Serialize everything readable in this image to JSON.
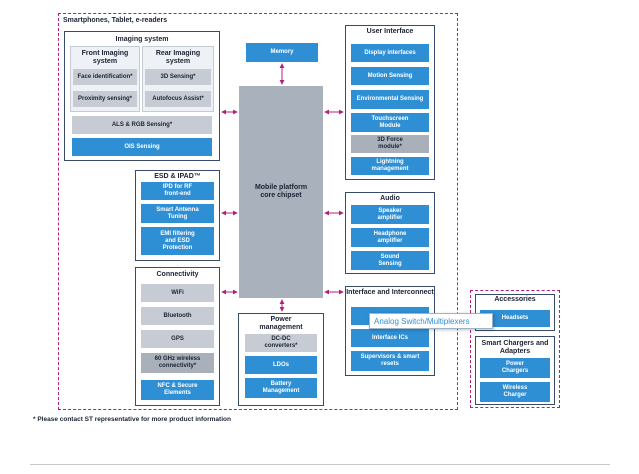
{
  "outer_title": "Smartphones, Tablet, e-readers",
  "imaging": {
    "title": "Imaging system",
    "front_title": "Front Imaging system",
    "rear_title": "Rear Imaging system",
    "face": "Face identification*",
    "proximity": "Proximity sensing*",
    "sensing3d": "3D Sensing*",
    "autofocus": "Autofocus Assist*",
    "als": "ALS & RGB Sensing*",
    "ois": "OIS Sensing"
  },
  "memory": "Memory",
  "core": "Mobile platform core chipset",
  "ui": {
    "title": "User Interface",
    "items": [
      "Display interfaces",
      "Motion Sensing",
      "Environmental Sensing",
      "Touchscreen Module",
      "3D Force module*",
      "Lightning management"
    ]
  },
  "esd": {
    "title": "ESD & IPAD™",
    "items": [
      "IPD for RF front-end",
      "Smart Antenna Tuning",
      "EMI filtering and ESD Protection"
    ]
  },
  "audio": {
    "title": "Audio",
    "items": [
      "Speaker amplifier",
      "Headphone amplifier",
      "Sound Sensing"
    ]
  },
  "connectivity": {
    "title": "Connectivity",
    "items": [
      "WiFi",
      "Bluetooth",
      "GPS",
      "60 GHz wireless connectivity*",
      "NFC & Secure Elements"
    ]
  },
  "power": {
    "title": "Power management",
    "items": [
      "DC-DC converters*",
      "LDOs",
      "Battery Management"
    ]
  },
  "interface": {
    "title": "Interface and Interconnect",
    "items": [
      "Interface ICs",
      "Supervisors & smart resets"
    ]
  },
  "accessories": {
    "title": "Accessories",
    "headsets": "Headsets",
    "chargers_title": "Smart Chargers and Adapters",
    "power_chargers": "Power Chargers",
    "wireless_charger": "Wireless Charger"
  },
  "tooltip": "Analog Switch/Multiplexers",
  "footnote": "* Please contact ST representative for more product information",
  "colors": {
    "accent_blue": "#2f8fd4",
    "border_magenta": "#b0207a",
    "arrow": "#b0207a"
  }
}
